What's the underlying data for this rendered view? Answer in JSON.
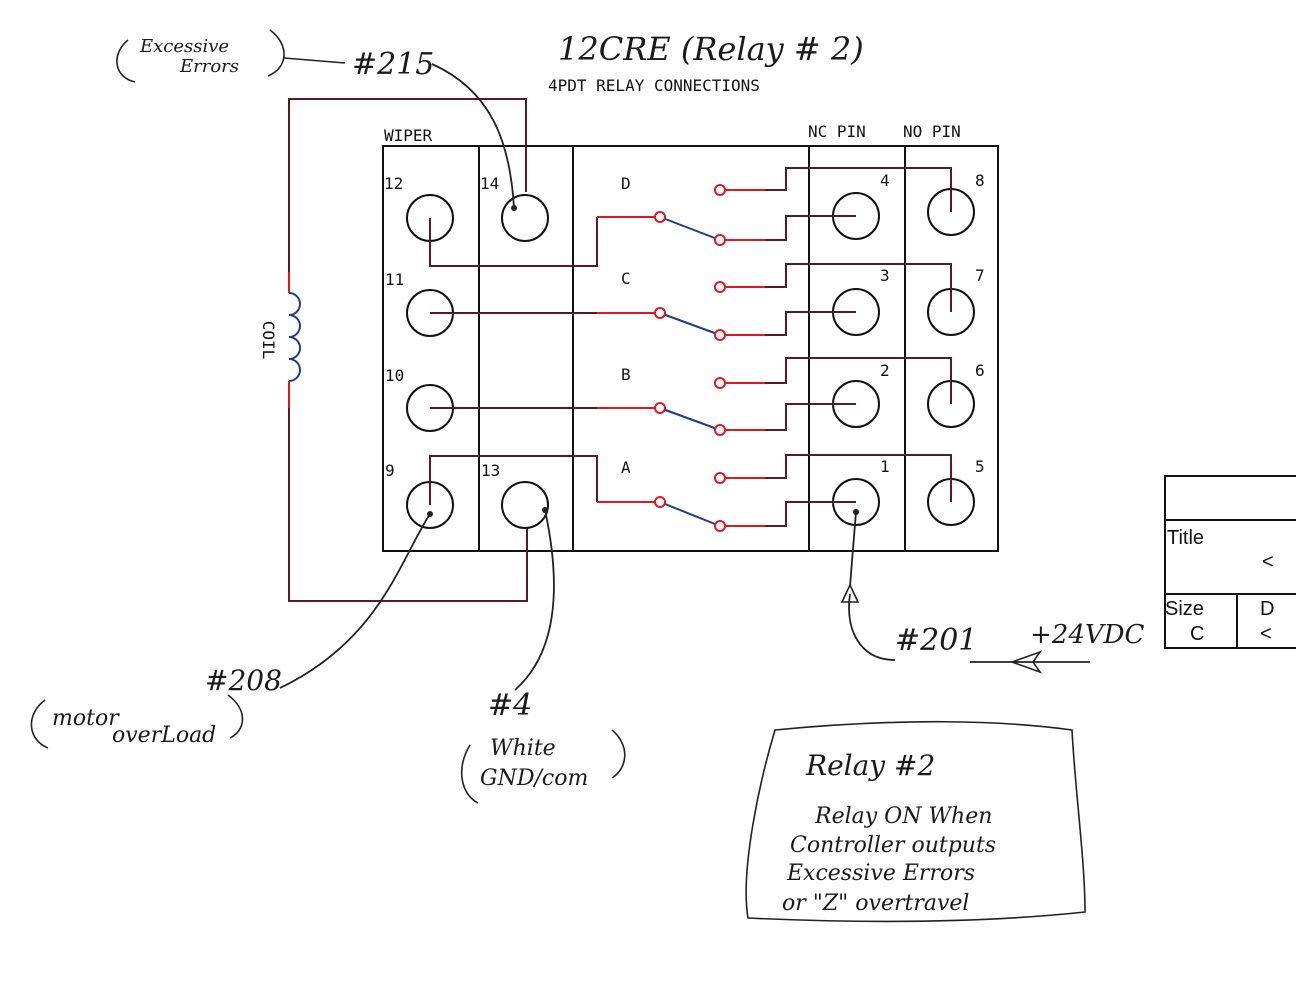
{
  "header": {
    "title_handwritten": "12CRE (Relay # 2)",
    "subtitle": "4PDT RELAY CONNECTIONS"
  },
  "columns": {
    "wiper": "WIPER",
    "nc_pin": "NC PIN",
    "no_pin": "NO PIN"
  },
  "coil_label": "COIL",
  "poles": [
    "D",
    "C",
    "B",
    "A"
  ],
  "pins": {
    "p12": "12",
    "p14": "14",
    "p11": "11",
    "p10": "10",
    "p9": "9",
    "p13": "13",
    "p4": "4",
    "p3": "3",
    "p2": "2",
    "p1": "1",
    "p8": "8",
    "p7": "7",
    "p6": "6",
    "p5": "5"
  },
  "annotations": {
    "excessive_errors": [
      "Excessive",
      "Errors"
    ],
    "wire_215": "#215",
    "wire_208": "#208",
    "motor_overload": [
      "motor",
      "overLoad"
    ],
    "wire_4": "#4",
    "white_gnd": [
      "White",
      "GND/com"
    ],
    "wire_201": "#201",
    "supply": "+24VDC"
  },
  "note": {
    "title": "Relay #2",
    "lines": [
      "Relay ON When",
      "Controller outputs",
      "Excessive Errors",
      "or \"Z\" overtravel"
    ]
  },
  "title_block": {
    "title_label": "Title",
    "title_value": "<",
    "size_label": "Size",
    "size_value": "C",
    "d_label": "D",
    "d_value": "<"
  },
  "colors": {
    "wire_dark": "#5a1a22",
    "wire_red": "#e0191e",
    "wire_blue": "#1f3c8c",
    "ink": "#111111"
  }
}
